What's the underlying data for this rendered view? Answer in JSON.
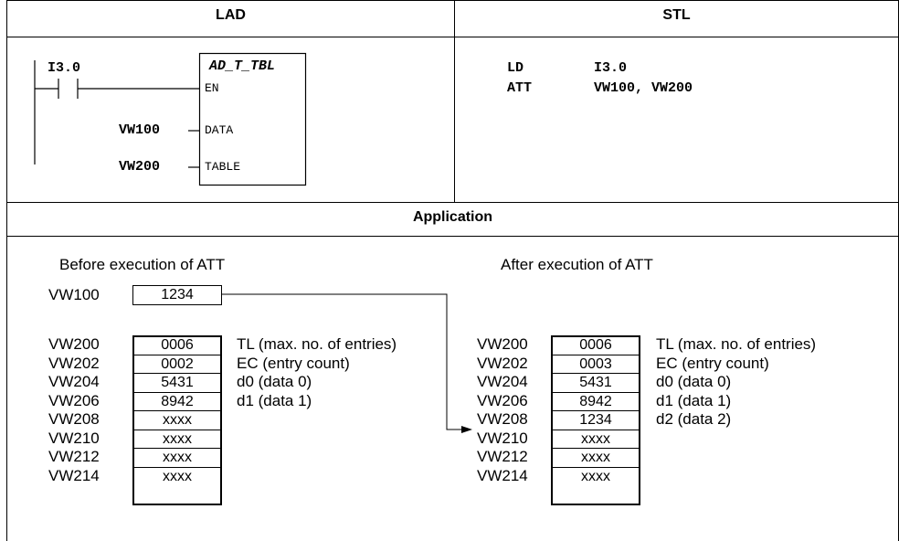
{
  "headers": {
    "lad": "LAD",
    "stl": "STL",
    "application": "Application"
  },
  "lad": {
    "contact": "I3.0",
    "box_title": "AD_T_TBL",
    "pins": {
      "en": "EN",
      "data": "DATA",
      "table": "TABLE"
    },
    "data_operand": "VW100",
    "table_operand": "VW200"
  },
  "stl": {
    "lines": [
      {
        "op": "LD",
        "arg": "I3.0"
      },
      {
        "op": "ATT",
        "arg": "VW100, VW200"
      }
    ]
  },
  "application": {
    "before": {
      "title": "Before execution of ATT",
      "input": {
        "address": "VW100",
        "value": "1234"
      },
      "addresses": [
        "VW200",
        "VW202",
        "VW204",
        "VW206",
        "VW208",
        "VW210",
        "VW212",
        "VW214"
      ],
      "values": [
        "0006",
        "0002",
        "5431",
        "8942",
        "xxxx",
        "xxxx",
        "xxxx",
        "xxxx"
      ],
      "descriptions": [
        "TL (max. no. of entries)",
        "EC (entry count)",
        "d0 (data 0)",
        "d1 (data 1)"
      ]
    },
    "after": {
      "title": "After execution of ATT",
      "addresses": [
        "VW200",
        "VW202",
        "VW204",
        "VW206",
        "VW208",
        "VW210",
        "VW212",
        "VW214"
      ],
      "values": [
        "0006",
        "0003",
        "5431",
        "8942",
        "1234",
        "xxxx",
        "xxxx",
        "xxxx"
      ],
      "descriptions": [
        "TL (max. no. of entries)",
        "EC (entry count)",
        "d0 (data 0)",
        "d1 (data 1)",
        "d2 (data 2)"
      ]
    }
  }
}
